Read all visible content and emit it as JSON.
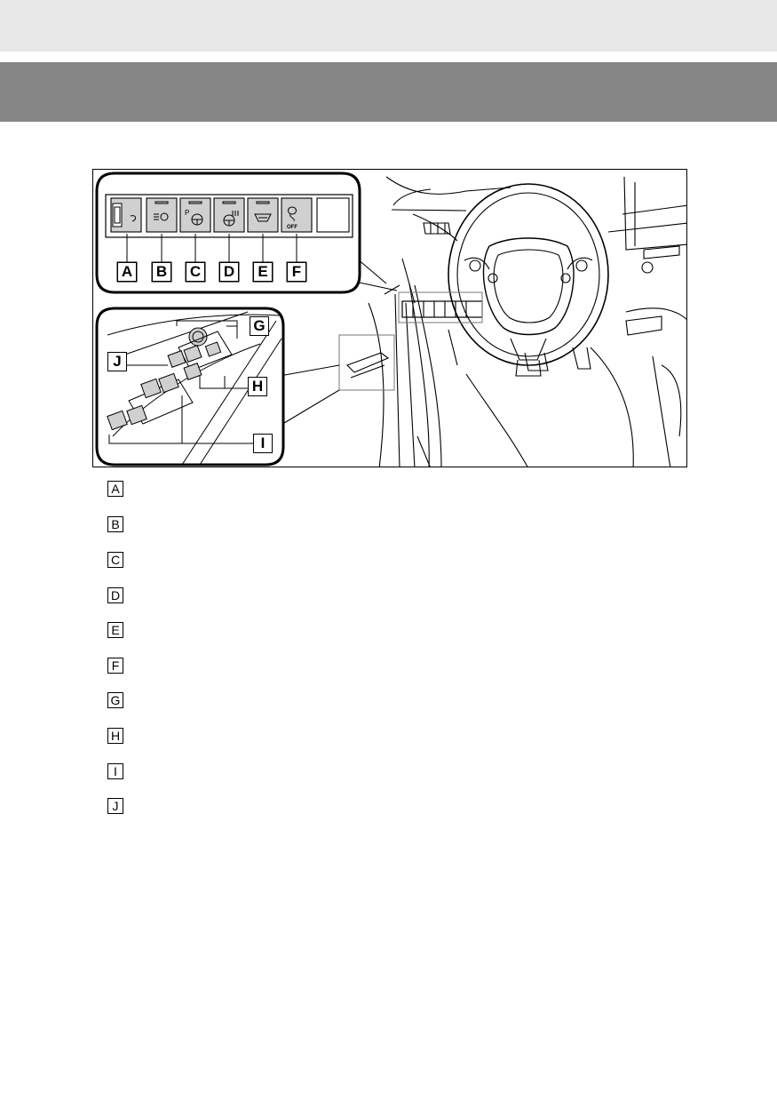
{
  "figure": {
    "switch_panel_callouts": [
      "A",
      "B",
      "C",
      "D",
      "E",
      "F"
    ],
    "window_panel_callouts": [
      "G",
      "H",
      "I",
      "J"
    ],
    "switch_icons": [
      "usb-port-icon",
      "auto-headlight-icon",
      "parking-steering-icon",
      "steering-heater-icon",
      "wiper-deicer-icon",
      "vsc-off-icon"
    ],
    "vsc_off_text": "OFF",
    "parking_letter": "P"
  },
  "legend": {
    "items": [
      "A",
      "B",
      "C",
      "D",
      "E",
      "F",
      "G",
      "H",
      "I",
      "J"
    ]
  },
  "colors": {
    "top_band": "#e6e7e6",
    "section_band": "#858685",
    "switch_fill": "#d0d0d0"
  }
}
